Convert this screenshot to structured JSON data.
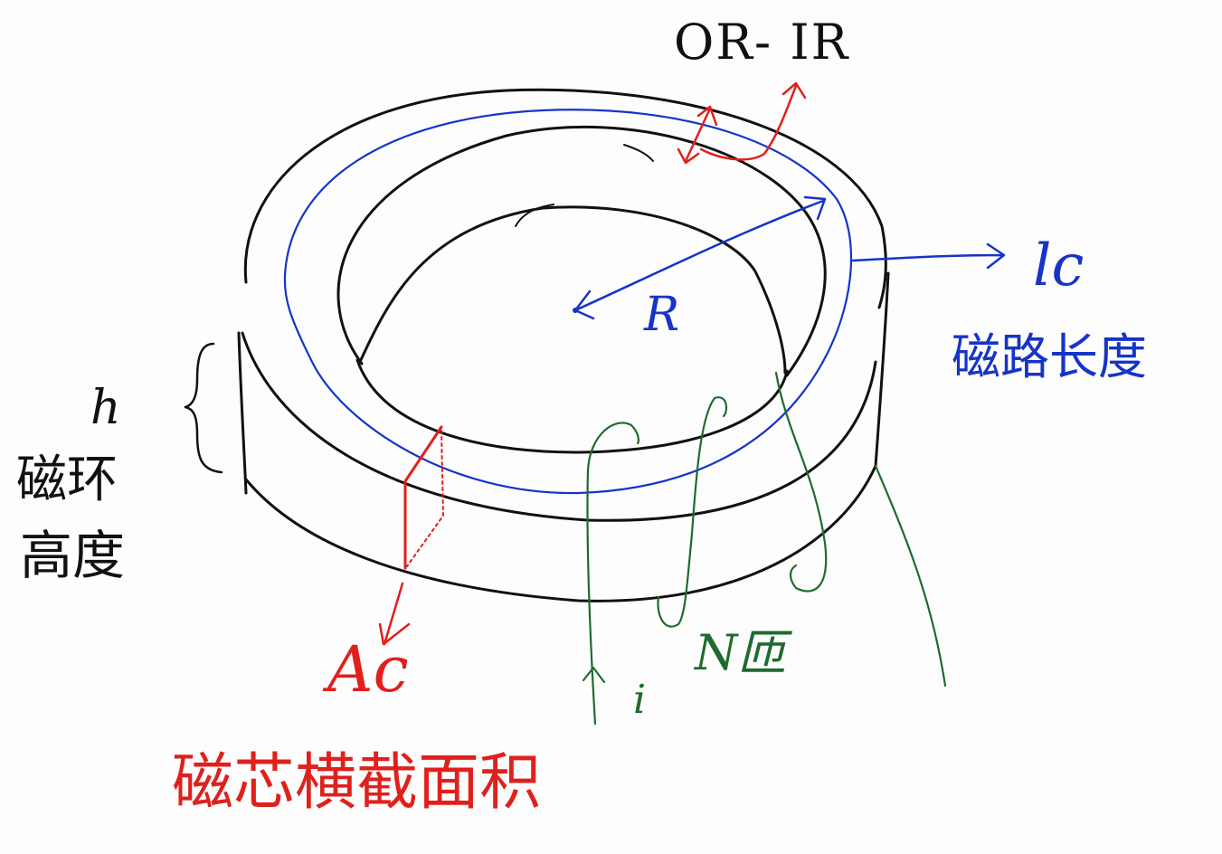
{
  "labels": {
    "thickness": "OR- IR",
    "path_length_symbol": "lc",
    "path_length_text": "磁路长度",
    "radius": "R",
    "height_symbol": "h",
    "height_text_line1": "磁环",
    "height_text_line2": "高度",
    "area_symbol": "Ac",
    "area_text": "磁芯横截面积",
    "current": "i",
    "turns": "N匝"
  },
  "colors": {
    "outline": "#111111",
    "red": "#e0201c",
    "blue": "#1634c8",
    "green": "#1f6b2e"
  }
}
